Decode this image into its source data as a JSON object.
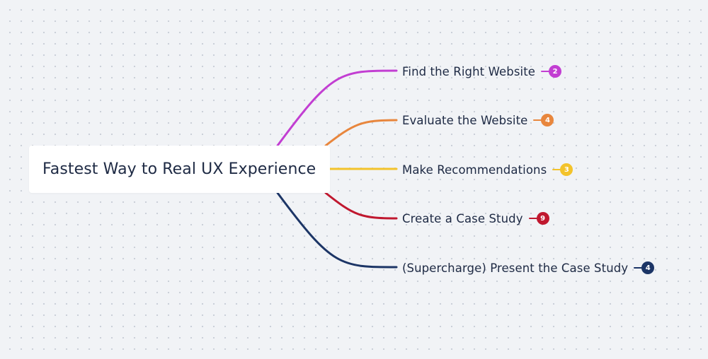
{
  "root": {
    "title": "Fastest Way to Real UX Experience"
  },
  "branches": [
    {
      "label": "Find the Right Website",
      "count": "2",
      "color": "#c23ed2"
    },
    {
      "label": "Evaluate the Website",
      "count": "4",
      "color": "#e8863d"
    },
    {
      "label": "Make Recommendations",
      "count": "3",
      "color": "#f3c32b"
    },
    {
      "label": "Create a Case Study",
      "count": "9",
      "color": "#c0182f"
    },
    {
      "label": "(Supercharge) Present the Case Study",
      "count": "4",
      "color": "#1c3566"
    }
  ]
}
